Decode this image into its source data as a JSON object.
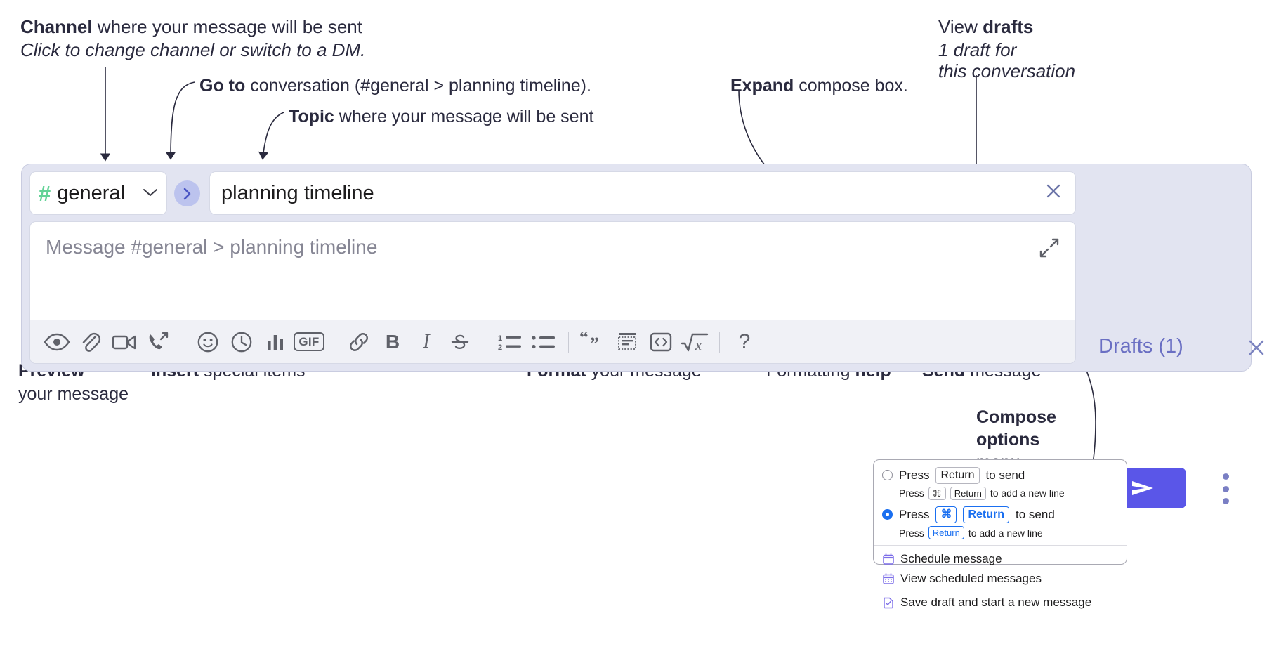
{
  "annotations": {
    "channel": {
      "bold": "Channel",
      "rest": " where your message will be sent",
      "sub": "Click to change channel or switch to a DM."
    },
    "goto": {
      "bold": "Go to",
      "rest": " conversation (#general > planning timeline)."
    },
    "topic": {
      "bold": "Topic",
      "rest": " where your message will be sent"
    },
    "expand": {
      "bold": "Expand",
      "rest": " compose box."
    },
    "drafts": {
      "pre": "View ",
      "bold": "drafts",
      "sub1": "1 draft for",
      "sub2": "this conversation"
    },
    "preview": {
      "bold": "Preview",
      "line2": "your message"
    },
    "insert": {
      "bold": "Insert",
      "rest": " special items"
    },
    "format": {
      "bold": "Format",
      "rest": " your message"
    },
    "formatting_help": {
      "pre": "Formatting ",
      "bold": "help"
    },
    "send": {
      "bold": "Send",
      "rest": " message"
    },
    "compose_options": {
      "b1": "Compose",
      "b2": "options",
      "line3": "menu"
    }
  },
  "compose": {
    "channel_button": {
      "hash": "#",
      "name": "general",
      "chevron": "⌄"
    },
    "goto_button": {
      "glyph": "›"
    },
    "topic_field": {
      "value": "planning timeline",
      "close": "✕"
    },
    "message_input": {
      "placeholder": "Message #general > planning timeline",
      "value": ""
    },
    "drafts_label": "Drafts (1)",
    "close_label": "✕",
    "send_label": "➤",
    "toolbar": [
      {
        "name": "preview-icon",
        "kind": "icon",
        "id": "eye",
        "label": ""
      },
      {
        "name": "attachment-icon",
        "kind": "icon",
        "id": "clip",
        "label": ""
      },
      {
        "name": "video-icon",
        "kind": "icon",
        "id": "video",
        "label": ""
      },
      {
        "name": "call-icon",
        "kind": "icon",
        "id": "call",
        "label": ""
      },
      {
        "name": "divider",
        "kind": "divider",
        "id": "div",
        "label": ""
      },
      {
        "name": "emoji-icon",
        "kind": "icon",
        "id": "smiley",
        "label": ""
      },
      {
        "name": "clock-icon",
        "kind": "icon",
        "id": "clock",
        "label": ""
      },
      {
        "name": "poll-icon",
        "kind": "icon",
        "id": "bars",
        "label": ""
      },
      {
        "name": "gif-icon",
        "kind": "text-box",
        "id": "gif",
        "label": "GIF"
      },
      {
        "name": "divider",
        "kind": "divider",
        "id": "div",
        "label": ""
      },
      {
        "name": "link-icon",
        "kind": "icon",
        "id": "link",
        "label": ""
      },
      {
        "name": "bold-icon",
        "kind": "letter",
        "id": "bold",
        "label": "B"
      },
      {
        "name": "italic-icon",
        "kind": "letter-italic",
        "id": "italic",
        "label": "I"
      },
      {
        "name": "strikethrough-icon",
        "kind": "icon",
        "id": "strike",
        "label": ""
      },
      {
        "name": "divider",
        "kind": "divider",
        "id": "div",
        "label": ""
      },
      {
        "name": "ordered-list-icon",
        "kind": "icon",
        "id": "ol",
        "label": ""
      },
      {
        "name": "bulleted-list-icon",
        "kind": "icon",
        "id": "ul",
        "label": ""
      },
      {
        "name": "divider",
        "kind": "divider",
        "id": "div",
        "label": ""
      },
      {
        "name": "blockquote-icon",
        "kind": "icon",
        "id": "quote",
        "label": ""
      },
      {
        "name": "code-block-icon",
        "kind": "icon",
        "id": "codeblock",
        "label": ""
      },
      {
        "name": "inline-code-icon",
        "kind": "icon",
        "id": "code",
        "label": ""
      },
      {
        "name": "math-icon",
        "kind": "icon",
        "id": "math",
        "label": ""
      },
      {
        "name": "divider",
        "kind": "divider",
        "id": "div",
        "label": ""
      },
      {
        "name": "formatting-help-icon",
        "kind": "qmark",
        "id": "help",
        "label": "?"
      }
    ]
  },
  "popup": {
    "options": [
      {
        "selected": false,
        "main_pre": "Press",
        "main_key": "Return",
        "main_post": "to send",
        "sub_pre": "Press",
        "sub_key1": "⌘",
        "sub_key2": "Return",
        "sub_post": "to add a new line"
      },
      {
        "selected": true,
        "main_pre": "Press",
        "main_key1": "⌘",
        "main_key2": "Return",
        "main_post": "to send",
        "sub_pre": "Press",
        "sub_key": "Return",
        "sub_post": "to add a new line"
      }
    ],
    "menu": [
      {
        "icon": "calendar-icon",
        "label": "Schedule message"
      },
      {
        "icon": "calendar-grid-icon",
        "label": "View scheduled messages"
      },
      {
        "icon": "save-draft-icon",
        "label": "Save draft and start a new message"
      }
    ]
  },
  "colors": {
    "accent": "#5a56e8",
    "compose_bg": "#e2e4f1",
    "hash_green": "#63d397",
    "drafts_text": "#6a6fc3",
    "key_blue": "#1a6ff0"
  }
}
